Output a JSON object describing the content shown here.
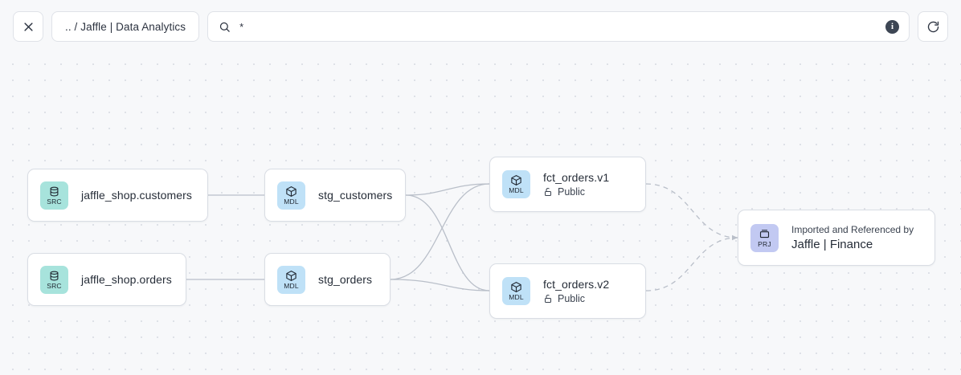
{
  "toolbar": {
    "close_icon": "close-icon",
    "breadcrumb": ".. / Jaffle | Data Analytics",
    "search_icon": "search-icon",
    "search_value": "*",
    "search_placeholder": "Search",
    "info_icon": "info-icon",
    "info_label": "i",
    "refresh_icon": "refresh-icon"
  },
  "canvas": {
    "background_color": "#f7f8fa",
    "dot_color": "#dcdfe6"
  },
  "colors": {
    "badge_src": "#a7e3dc",
    "badge_mdl": "#bfe1f7",
    "badge_prj": "#c2c9f2",
    "node_border": "#d9dde4",
    "edge": "#b9bfc9"
  },
  "graph": {
    "nodes": [
      {
        "id": "jaffle_shop_customers",
        "badge_type": "SRC",
        "badge_icon": "database-icon",
        "title": "jaffle_shop.customers",
        "subtitle": null,
        "visibility": null
      },
      {
        "id": "jaffle_shop_orders",
        "badge_type": "SRC",
        "badge_icon": "database-icon",
        "title": "jaffle_shop.orders",
        "subtitle": null,
        "visibility": null
      },
      {
        "id": "stg_customers",
        "badge_type": "MDL",
        "badge_icon": "cube-icon",
        "title": "stg_customers",
        "subtitle": null,
        "visibility": null
      },
      {
        "id": "stg_orders",
        "badge_type": "MDL",
        "badge_icon": "cube-icon",
        "title": "stg_orders",
        "subtitle": null,
        "visibility": null
      },
      {
        "id": "fct_orders_v1",
        "badge_type": "MDL",
        "badge_icon": "cube-icon",
        "title": "fct_orders.v1",
        "visibility": "Public",
        "visibility_icon": "unlock-icon"
      },
      {
        "id": "fct_orders_v2",
        "badge_type": "MDL",
        "badge_icon": "cube-icon",
        "title": "fct_orders.v2",
        "visibility": "Public",
        "visibility_icon": "unlock-icon"
      },
      {
        "id": "jaffle_finance",
        "badge_type": "PRJ",
        "badge_icon": "archive-icon",
        "caption": "Imported and Referenced by",
        "title": "Jaffle | Finance"
      }
    ],
    "edges": [
      {
        "from": "jaffle_shop_customers",
        "to": "stg_customers",
        "style": "solid"
      },
      {
        "from": "jaffle_shop_orders",
        "to": "stg_orders",
        "style": "solid"
      },
      {
        "from": "stg_customers",
        "to": "fct_orders_v1",
        "style": "solid"
      },
      {
        "from": "stg_customers",
        "to": "fct_orders_v2",
        "style": "solid"
      },
      {
        "from": "stg_orders",
        "to": "fct_orders_v1",
        "style": "solid"
      },
      {
        "from": "stg_orders",
        "to": "fct_orders_v2",
        "style": "solid"
      },
      {
        "from": "fct_orders_v1",
        "to": "jaffle_finance",
        "style": "dashed"
      },
      {
        "from": "fct_orders_v2",
        "to": "jaffle_finance",
        "style": "dashed"
      }
    ]
  }
}
